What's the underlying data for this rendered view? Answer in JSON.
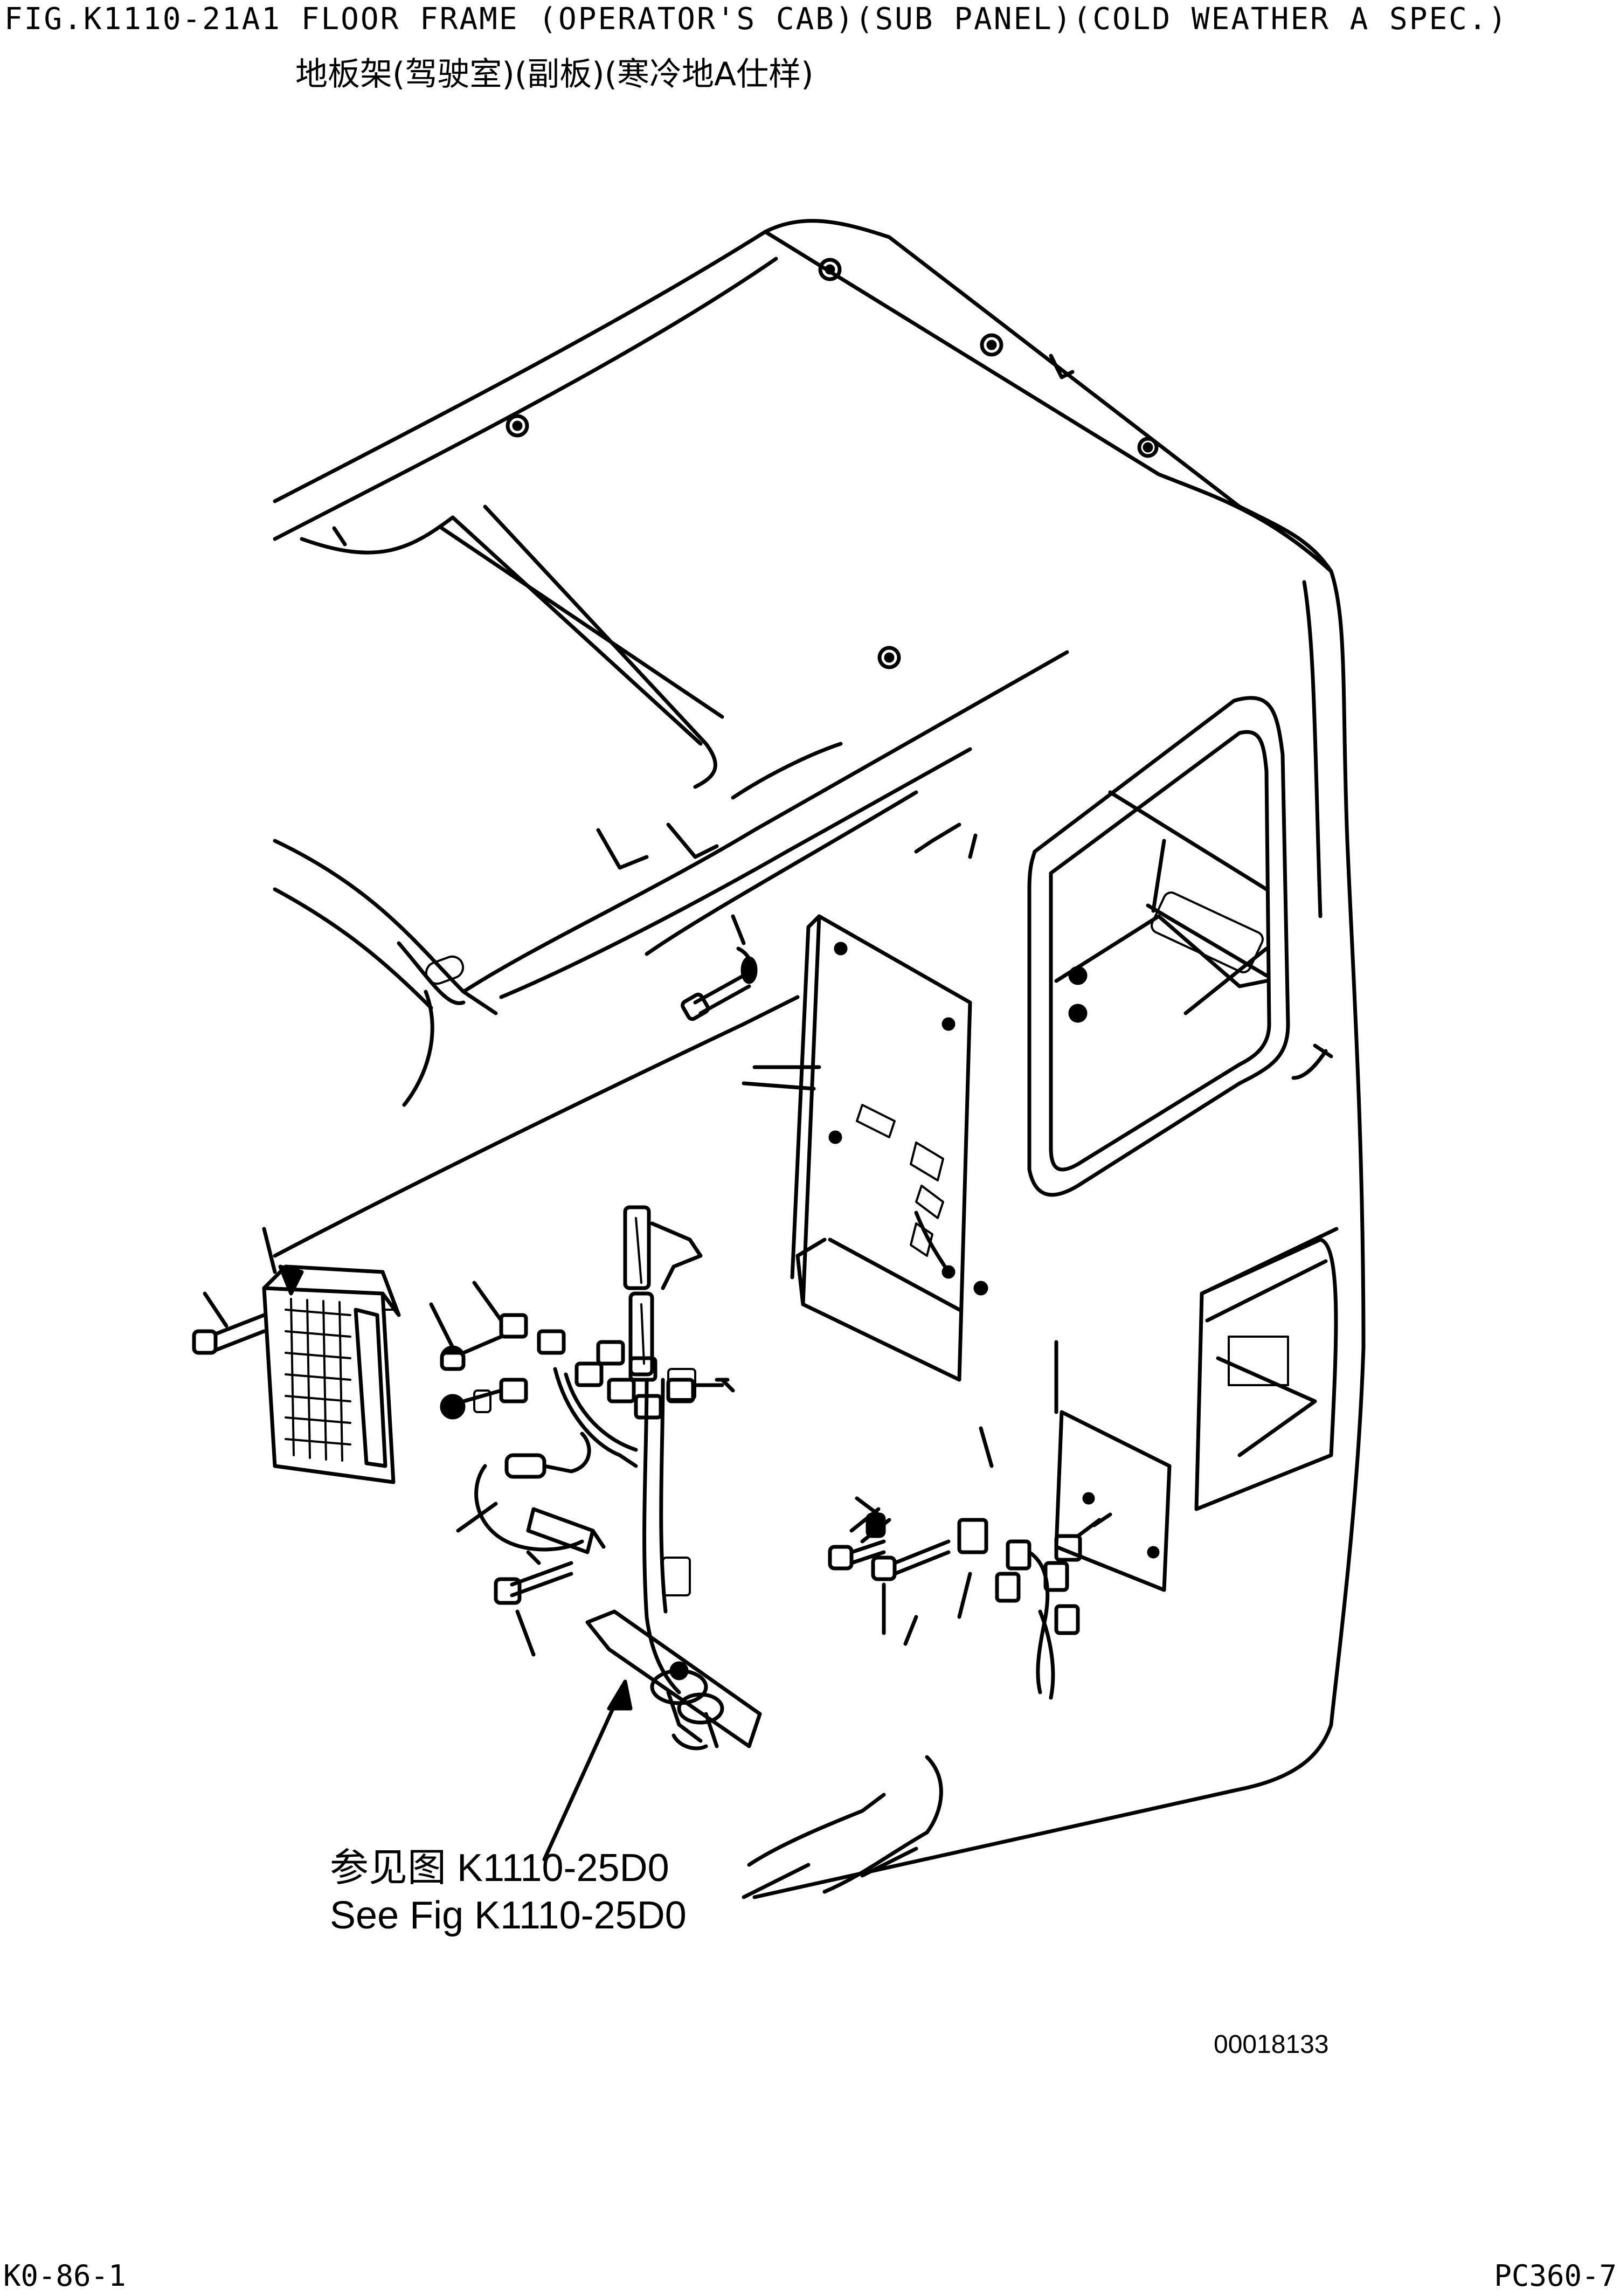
{
  "header": {
    "title_en": "FIG.K1110-21A1  FLOOR FRAME (OPERATOR'S CAB)(SUB PANEL)(COLD WEATHER A SPEC.)",
    "title_cn": "地板架(驾驶室)(副板)(寒冷地A仕样)"
  },
  "diagram": {
    "reference_cn": "参见图 K1110-25D0",
    "reference_en": "See Fig  K1110-25D0",
    "image_id": "00018133"
  },
  "footer": {
    "page_code": "K0-86-1",
    "model": "PC360-7"
  }
}
